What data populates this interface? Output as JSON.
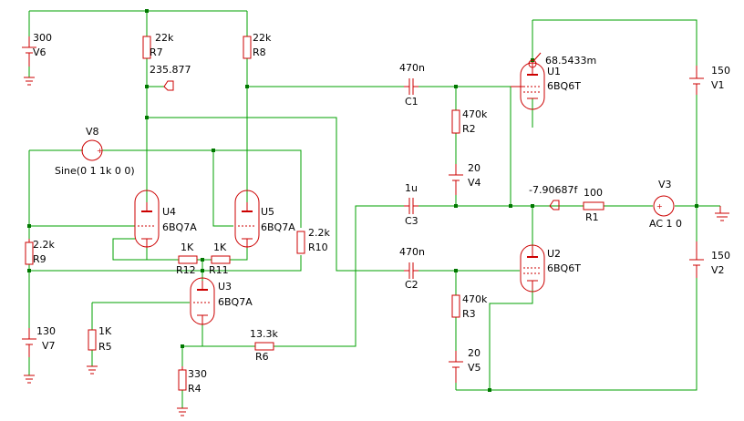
{
  "components": {
    "V6": {
      "name": "V6",
      "value": "300"
    },
    "R7": {
      "name": "R7",
      "value": "22k"
    },
    "R8": {
      "name": "R8",
      "value": "22k"
    },
    "R7_probe": {
      "value": "235.877"
    },
    "V8": {
      "name": "V8",
      "value": "Sine(0 1 1k 0 0)"
    },
    "U4": {
      "name": "U4",
      "value": "6BQ7A"
    },
    "U5": {
      "name": "U5",
      "value": "6BQ7A"
    },
    "U3": {
      "name": "U3",
      "value": "6BQ7A"
    },
    "R9": {
      "name": "R9",
      "value": "2.2k"
    },
    "R10": {
      "name": "R10",
      "value": "2.2k"
    },
    "R12": {
      "name": "R12",
      "value": "1K"
    },
    "R11": {
      "name": "R11",
      "value": "1K"
    },
    "R5": {
      "name": "R5",
      "value": "1K"
    },
    "R4": {
      "name": "R4",
      "value": "330"
    },
    "R6": {
      "name": "R6",
      "value": "13.3k"
    },
    "V7": {
      "name": "V7",
      "value": "130"
    },
    "C1": {
      "name": "C1",
      "value": "470n"
    },
    "C2": {
      "name": "C2",
      "value": "470n"
    },
    "C3": {
      "name": "C3",
      "value": "1u"
    },
    "R2": {
      "name": "R2",
      "value": "470k"
    },
    "R3": {
      "name": "R3",
      "value": "470k"
    },
    "V4": {
      "name": "V4",
      "value": "20"
    },
    "V5": {
      "name": "V5",
      "value": "20"
    },
    "U1": {
      "name": "U1",
      "value": "6BQ6T"
    },
    "U1_probe": {
      "value": "68.5433m"
    },
    "U2": {
      "name": "U2",
      "value": "6BQ6T"
    },
    "R1": {
      "name": "R1",
      "value": "100"
    },
    "R1_probe": {
      "value": "-7.90687f"
    },
    "V3": {
      "name": "V3",
      "value": "AC 1 0"
    },
    "V1": {
      "name": "V1",
      "value": "150"
    },
    "V2": {
      "name": "V2",
      "value": "150"
    }
  }
}
